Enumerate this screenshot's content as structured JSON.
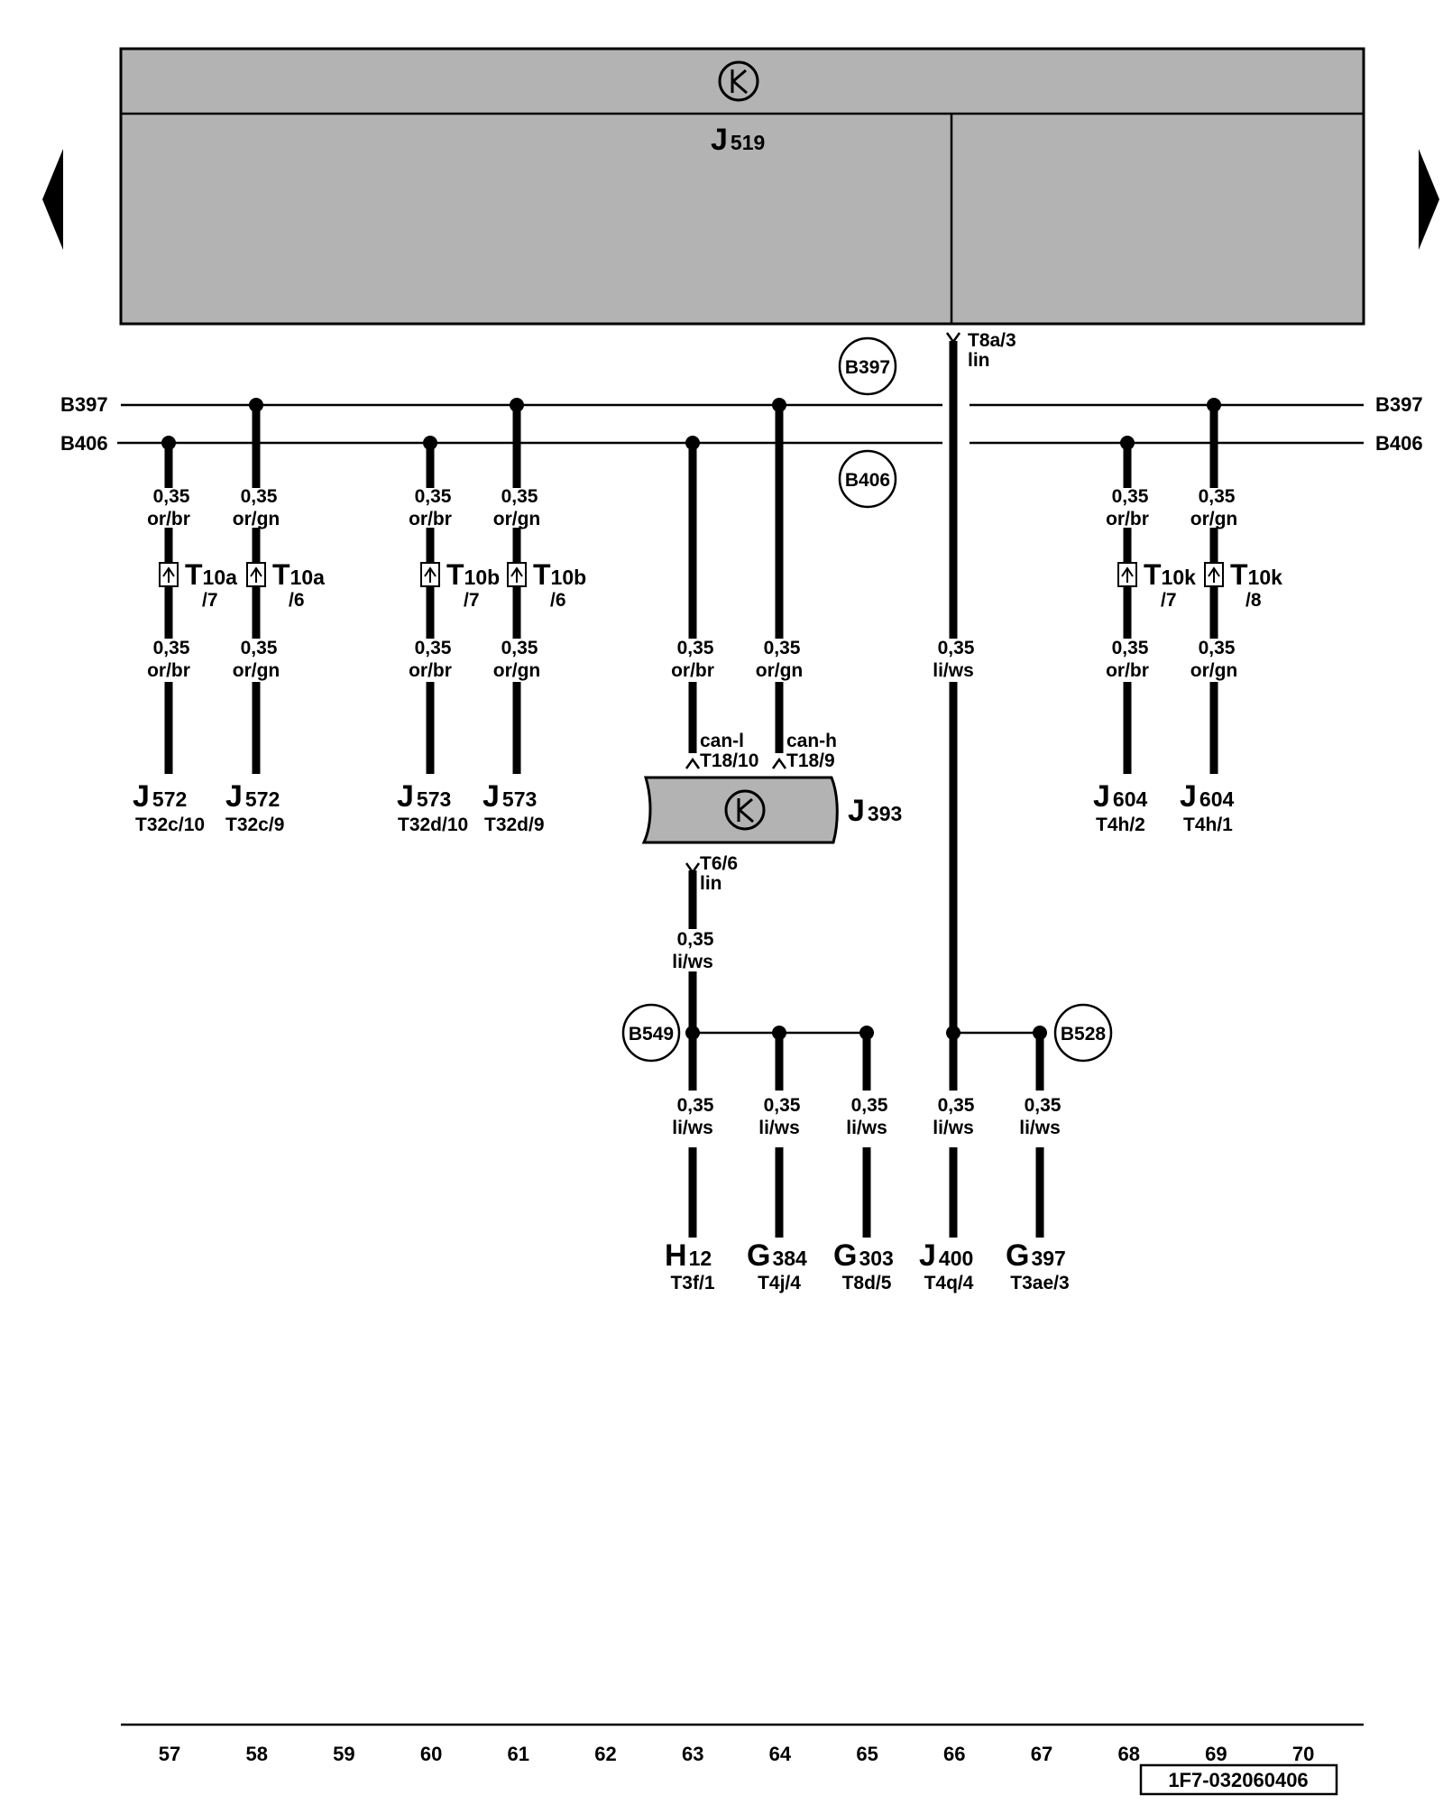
{
  "diagram": {
    "colors": {
      "box_fill": "#b3b3b3",
      "line": "#000000",
      "background": "#ffffff"
    },
    "bus_lines": [
      {
        "name": "B397",
        "left_label": "B397",
        "right_label": "B397"
      },
      {
        "name": "B406",
        "left_label": "B406",
        "right_label": "B406"
      }
    ],
    "circled_labels": [
      "B397",
      "B406",
      "B549",
      "B528"
    ],
    "module_top": {
      "main": "J",
      "sub": "519",
      "icon": "bus-transceiver-icon"
    },
    "module_mid": {
      "main": "J",
      "sub": "393",
      "icon": "bus-transceiver-icon"
    },
    "pins_top": {
      "pin": "T8a/3",
      "signal": "lin"
    },
    "pins_mid_up": [
      {
        "signal": "can-l",
        "pin": "T18/10"
      },
      {
        "signal": "can-h",
        "pin": "T18/9"
      }
    ],
    "pins_mid_down": {
      "pin": "T6/6",
      "signal": "lin"
    },
    "wires_upper": [
      {
        "size": "0,35",
        "color": "or/br"
      },
      {
        "size": "0,35",
        "color": "or/gn"
      },
      {
        "size": "0,35",
        "color": "or/br"
      },
      {
        "size": "0,35",
        "color": "or/gn"
      },
      {
        "size": "0,35",
        "color": "or/br"
      },
      {
        "size": "0,35",
        "color": "or/gn"
      }
    ],
    "connectors": [
      {
        "main": "T",
        "sub": "10a",
        "pin": "/7"
      },
      {
        "main": "T",
        "sub": "10a",
        "pin": "/6"
      },
      {
        "main": "T",
        "sub": "10b",
        "pin": "/7"
      },
      {
        "main": "T",
        "sub": "10b",
        "pin": "/6"
      },
      {
        "main": "T",
        "sub": "10k",
        "pin": "/7"
      },
      {
        "main": "T",
        "sub": "10k",
        "pin": "/8"
      }
    ],
    "wires_lower": [
      {
        "size": "0,35",
        "color": "or/br"
      },
      {
        "size": "0,35",
        "color": "or/gn"
      },
      {
        "size": "0,35",
        "color": "or/br"
      },
      {
        "size": "0,35",
        "color": "or/gn"
      },
      {
        "size": "0,35",
        "color": "or/br"
      },
      {
        "size": "0,35",
        "color": "or/gn"
      },
      {
        "size": "0,35",
        "color": "li/ws"
      },
      {
        "size": "0,35",
        "color": "or/br"
      },
      {
        "size": "0,35",
        "color": "or/gn"
      }
    ],
    "components_upper": [
      {
        "main": "J",
        "sub": "572",
        "pin": "T32c/10"
      },
      {
        "main": "J",
        "sub": "572",
        "pin": "T32c/9"
      },
      {
        "main": "J",
        "sub": "573",
        "pin": "T32d/10"
      },
      {
        "main": "J",
        "sub": "573",
        "pin": "T32d/9"
      },
      {
        "main": "J",
        "sub": "604",
        "pin": "T4h/2"
      },
      {
        "main": "J",
        "sub": "604",
        "pin": "T4h/1"
      }
    ],
    "wire_mid": {
      "size": "0,35",
      "color": "li/ws"
    },
    "wires_bottom": [
      {
        "size": "0,35",
        "color": "li/ws"
      },
      {
        "size": "0,35",
        "color": "li/ws"
      },
      {
        "size": "0,35",
        "color": "li/ws"
      },
      {
        "size": "0,35",
        "color": "li/ws"
      },
      {
        "size": "0,35",
        "color": "li/ws"
      }
    ],
    "components_bottom": [
      {
        "main": "H",
        "sub": "12",
        "pin": "T3f/1"
      },
      {
        "main": "G",
        "sub": "384",
        "pin": "T4j/4"
      },
      {
        "main": "G",
        "sub": "303",
        "pin": "T8d/5"
      },
      {
        "main": "J",
        "sub": "400",
        "pin": "T4q/4"
      },
      {
        "main": "G",
        "sub": "397",
        "pin": "T3ae/3"
      }
    ],
    "column_numbers": [
      "57",
      "58",
      "59",
      "60",
      "61",
      "62",
      "63",
      "64",
      "65",
      "66",
      "67",
      "68",
      "69",
      "70"
    ],
    "reference_code": "1F7-032060406"
  }
}
